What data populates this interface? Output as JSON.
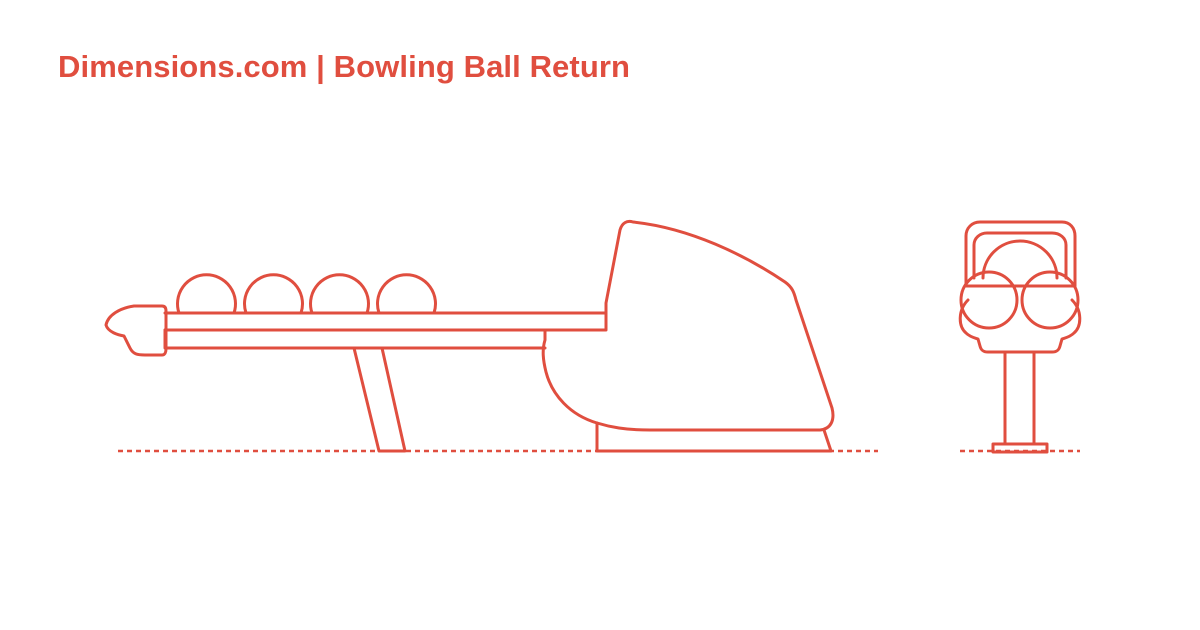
{
  "header": {
    "title": "Dimensions.com | Bowling Ball Return"
  },
  "drawing": {
    "line_color": "#e04e3f",
    "views": [
      "side-elevation",
      "front-elevation"
    ],
    "balls_on_rack": 4
  }
}
